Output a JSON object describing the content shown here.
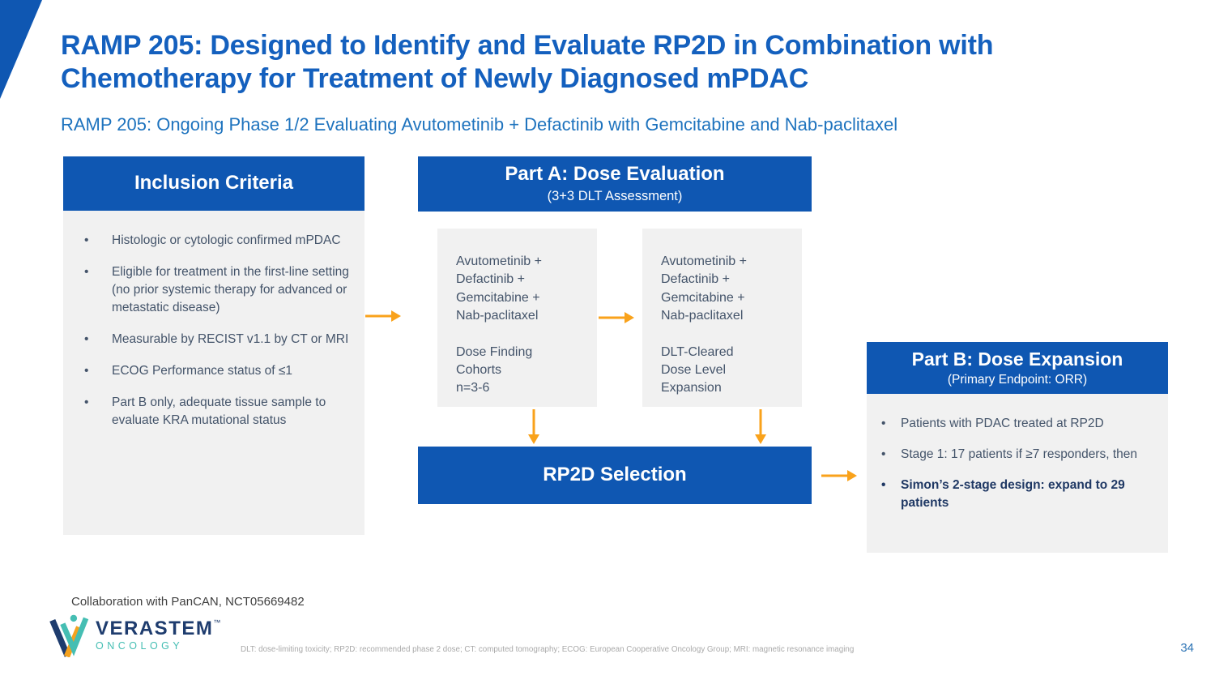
{
  "slide": {
    "title": "RAMP 205: Designed to Identify and Evaluate RP2D in Combination with\nChemotherapy for Treatment of Newly Diagnosed mPDAC",
    "subtitle": "RAMP 205: Ongoing Phase 1/2 Evaluating Avutometinib + Defactinib with Gemcitabine and Nab-paclitaxel",
    "page_number": "34"
  },
  "colors": {
    "primary_blue": "#0F57B2",
    "title_blue": "#1460BE",
    "subtitle_blue": "#1E73BE",
    "body_text": "#44546A",
    "bold_text": "#1F3864",
    "accent_orange": "#F9A21B",
    "box_gray": "#F1F1F1",
    "logo_navy": "#1E3C6E",
    "logo_teal": "#45BEB3",
    "logo_orange": "#F5A21F"
  },
  "inclusion": {
    "header": "Inclusion Criteria",
    "bullets": [
      "Histologic or cytologic confirmed mPDAC",
      "Eligible for treatment in the first-line setting (no prior systemic therapy for advanced or metastatic disease)",
      "Measurable by RECIST v1.1 by CT or MRI",
      "ECOG Performance status of ≤1",
      "Part B only, adequate tissue sample to evaluate KRA mutational status"
    ]
  },
  "part_a": {
    "header": "Part A: Dose Evaluation",
    "subheader": "(3+3 DLT Assessment)",
    "box1": {
      "drugs": "Avutometinib +\nDefactinib +\nGemcitabine +\nNab-paclitaxel",
      "detail": "Dose Finding\nCohorts\nn=3-6"
    },
    "box2": {
      "drugs": "Avutometinib +\nDefactinib +\nGemcitabine +\nNab-paclitaxel",
      "detail": "DLT-Cleared\nDose Level\nExpansion"
    }
  },
  "rp2d": {
    "label": "RP2D Selection"
  },
  "part_b": {
    "header": "Part B: Dose Expansion",
    "subheader": "(Primary Endpoint: ORR)",
    "bullets": [
      {
        "text": "Patients with PDAC treated at RP2D",
        "bold": false
      },
      {
        "text": "Stage 1: 17 patients if ≥7 responders, then",
        "bold": false
      },
      {
        "text": "Simon’s 2-stage design: expand to 29 patients",
        "bold": true
      }
    ]
  },
  "footer": {
    "collaboration": "Collaboration with PanCAN, NCT05669482",
    "logo_name": "VERASTEM",
    "logo_tm": "™",
    "logo_sub": "ONCOLOGY",
    "footnote": "DLT: dose-limiting toxicity; RP2D: recommended phase 2 dose; CT: computed tomography; ECOG: European Cooperative Oncology Group; MRI: magnetic resonance imaging"
  }
}
